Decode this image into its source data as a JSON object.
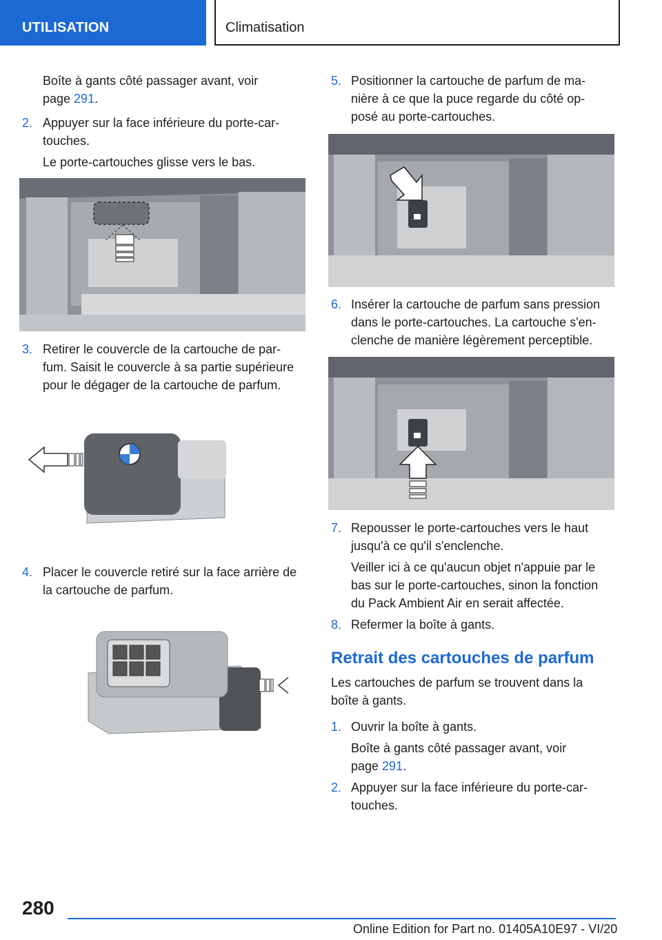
{
  "header": {
    "section": "UTILISATION",
    "chapter": "Climatisation"
  },
  "left_column": {
    "intro_line1": "Boîte à gants côté passager avant, voir",
    "intro_page_prefix": "page ",
    "intro_page_link": "291",
    "intro_page_suffix": ".",
    "step2_num": "2.",
    "step2_line1": "Appuyer sur la face inférieure du porte-car‐",
    "step2_line2": "touches.",
    "step2_note": "Le porte-cartouches glisse vers le bas.",
    "step3_num": "3.",
    "step3_line1": "Retirer le couvercle de la cartouche de par‐",
    "step3_line2": "fum. Saisit le couvercle à sa partie supérieure",
    "step3_line3": "pour le dégager de la cartouche de parfum.",
    "step4_num": "4.",
    "step4_line1": "Placer le couvercle retiré sur la face arrière de",
    "step4_line2": "la cartouche de parfum."
  },
  "right_column": {
    "step5_num": "5.",
    "step5_line1": "Positionner la cartouche de parfum de ma‐",
    "step5_line2": "nière à ce que la puce regarde du côté op‐",
    "step5_line3": "posé au porte-cartouches.",
    "step6_num": "6.",
    "step6_line1": "Insérer la cartouche de parfum sans pression",
    "step6_line2": "dans le porte-cartouches. La cartouche s'en‐",
    "step6_line3": "clenche de manière légèrement perceptible.",
    "step7_num": "7.",
    "step7_line1": "Repousser le porte-cartouches vers le haut",
    "step7_line2": "jusqu'à ce qu'il s'enclenche.",
    "step7_note1": "Veiller ici à ce qu'aucun objet n'appuie par le",
    "step7_note2": "bas sur le porte-cartouches, sinon la fonction",
    "step7_note3": "du Pack Ambient Air en serait affectée.",
    "step8_num": "8.",
    "step8_line1": "Refermer la boîte à gants.",
    "heading": "Retrait des cartouches de parfum",
    "para_line1": "Les cartouches de parfum se trouvent dans la",
    "para_line2": "boîte à gants.",
    "r1_num": "1.",
    "r1_line1": "Ouvrir la boîte à gants.",
    "r1_note1": "Boîte à gants côté passager avant, voir",
    "r1_note_prefix": "page ",
    "r1_note_link": "291",
    "r1_note_suffix": ".",
    "r2_num": "2.",
    "r2_line1": "Appuyer sur la face inférieure du porte-car‐",
    "r2_line2": "touches."
  },
  "footer": {
    "page_number": "280",
    "edition": "Online Edition for Part no. 01405A10E97 - VI/20"
  },
  "colors": {
    "accent": "#1c69d4",
    "text": "#1e1e1e"
  }
}
